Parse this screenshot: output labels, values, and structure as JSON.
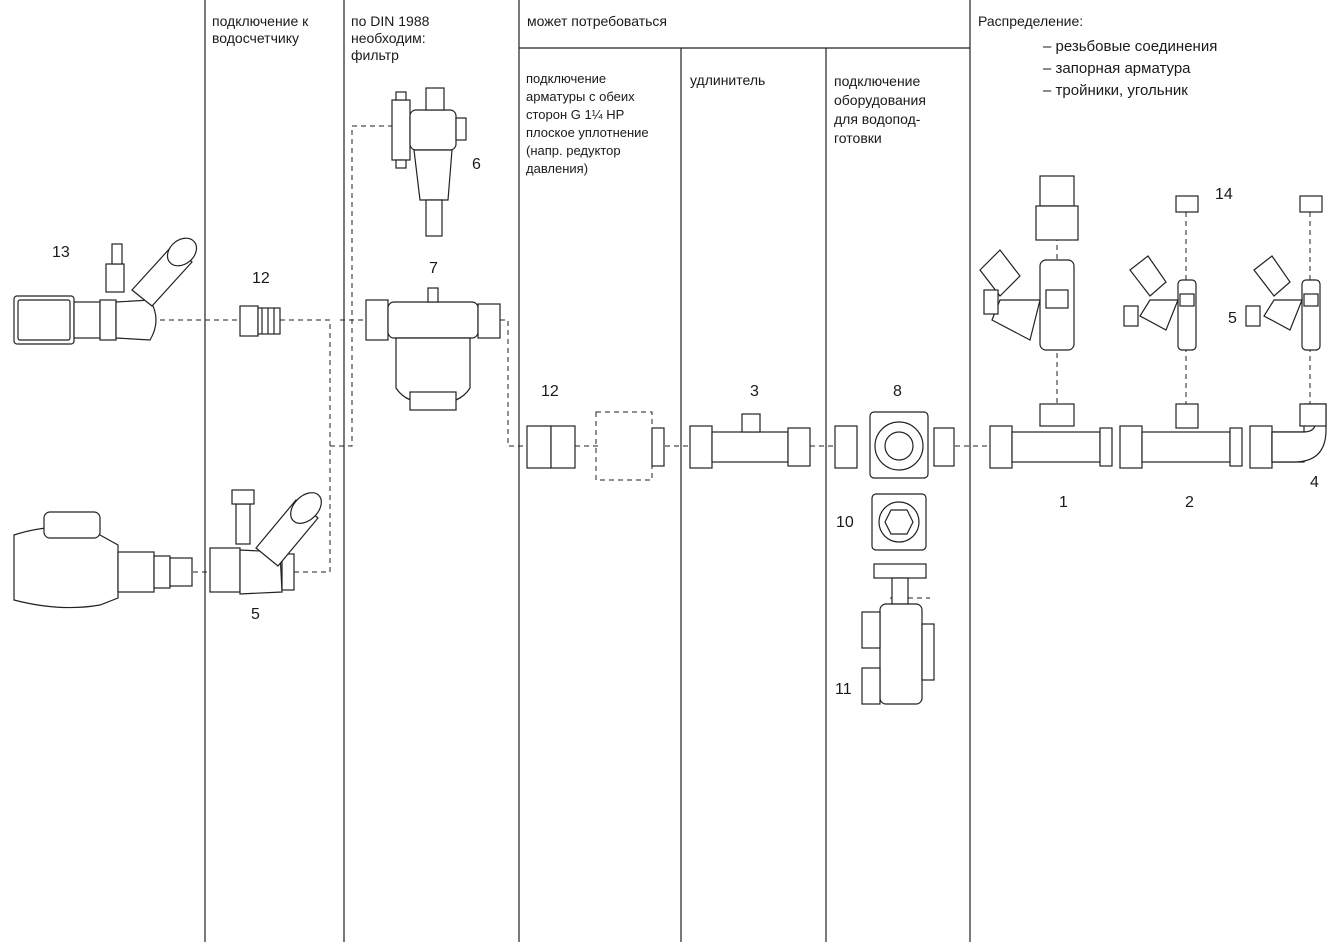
{
  "columns": {
    "meter_connection": "подключение к\nводосчетчику",
    "din1988": "по DIN 1988\nнеобходим:\nфильтр",
    "may_be_required": "может потребоваться",
    "fittings_both_sides": "подключение\nарматуры с обеих\nсторон G 1¼ НР\nплоское уплотнение\n(напр. редуктор\nдавления)",
    "extension": "удлинитель",
    "treatment": "подключение\nоборудования\nдля водопод-\nготовки",
    "distribution": "Распределение:",
    "distribution_items": [
      "– резьбовые соединения",
      "– запорная арматура",
      "– тройники, угольник"
    ]
  },
  "labels": {
    "n13": "13",
    "n12a": "12",
    "n5a": "5",
    "n6": "6",
    "n7": "7",
    "n12b": "12",
    "n3": "3",
    "n8": "8",
    "n10": "10",
    "n11": "11",
    "n1": "1",
    "n2": "2",
    "n4": "4",
    "n5b": "5",
    "n14": "14"
  },
  "colors": {
    "line": "#222222",
    "fill": "#ffffff",
    "text": "#1a1a1a"
  }
}
